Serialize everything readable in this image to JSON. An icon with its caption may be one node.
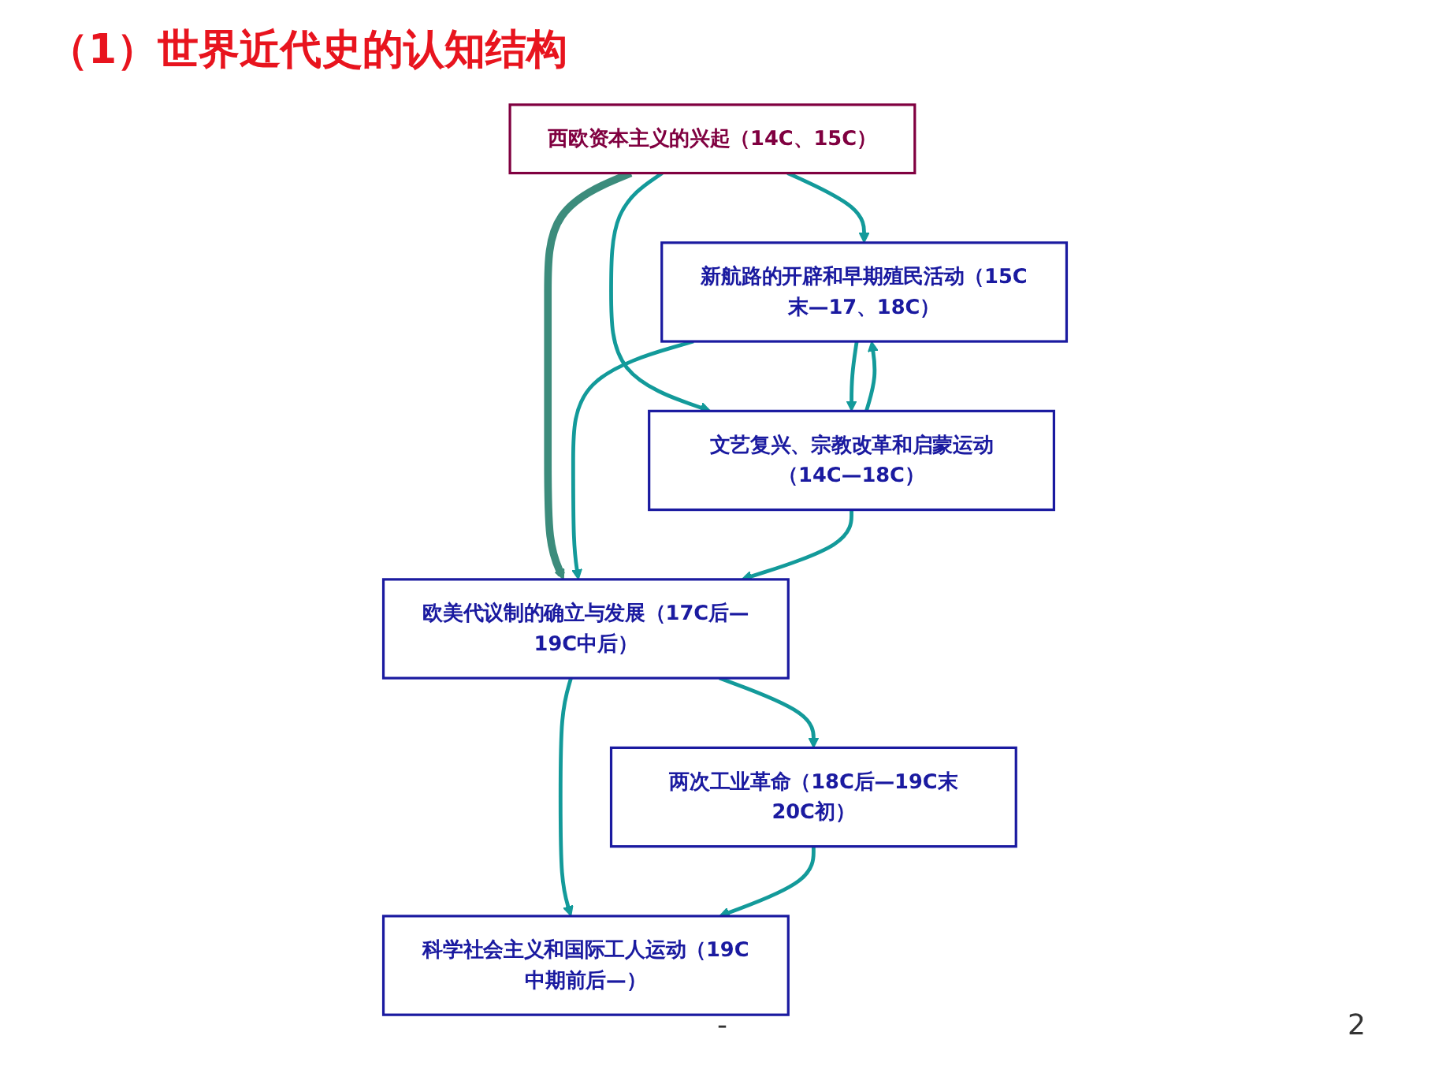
{
  "diagram": {
    "title": "（1）世界近代史的认知结构",
    "nodes": [
      {
        "text": [
          "西欧资本主义的兴起（14C、15C）"
        ]
      },
      {
        "text": [
          "新航路的开辟和早期殖民活动（15C末—17、18C）"
        ]
      },
      {
        "text": [
          "文艺复兴、宗教改革和启蒙运动（14C—18C）"
        ]
      },
      {
        "text": [
          "欧美代议制的确立与发展（17C后—19C中后）"
        ]
      },
      {
        "text": [
          "两次工业革命（18C后—19C末20C初）"
        ]
      },
      {
        "text": [
          "科学社会主义和国际工人运动（19C中期前后—）"
        ]
      }
    ],
    "edges": [
      {
        "from": 0,
        "to": 1,
        "arrow": "to"
      },
      {
        "from": 0,
        "to": 2,
        "arrow": "to"
      },
      {
        "from": 1,
        "to": 2,
        "arrow": "to"
      },
      {
        "from": 2,
        "to": 1,
        "arrow": "to"
      },
      {
        "from": 0,
        "to": 3,
        "arrow": "to",
        "style": "thick",
        "color": "#3c8c7c"
      },
      {
        "from": 1,
        "to": 3,
        "arrow": "to"
      },
      {
        "from": 2,
        "to": 3,
        "arrow": "to"
      },
      {
        "from": 3,
        "to": 4,
        "arrow": "to"
      },
      {
        "from": 3,
        "to": 5,
        "arrow": "to"
      },
      {
        "from": 4,
        "to": 5,
        "arrow": "to"
      }
    ],
    "labels": [
      "-",
      "2"
    ]
  }
}
